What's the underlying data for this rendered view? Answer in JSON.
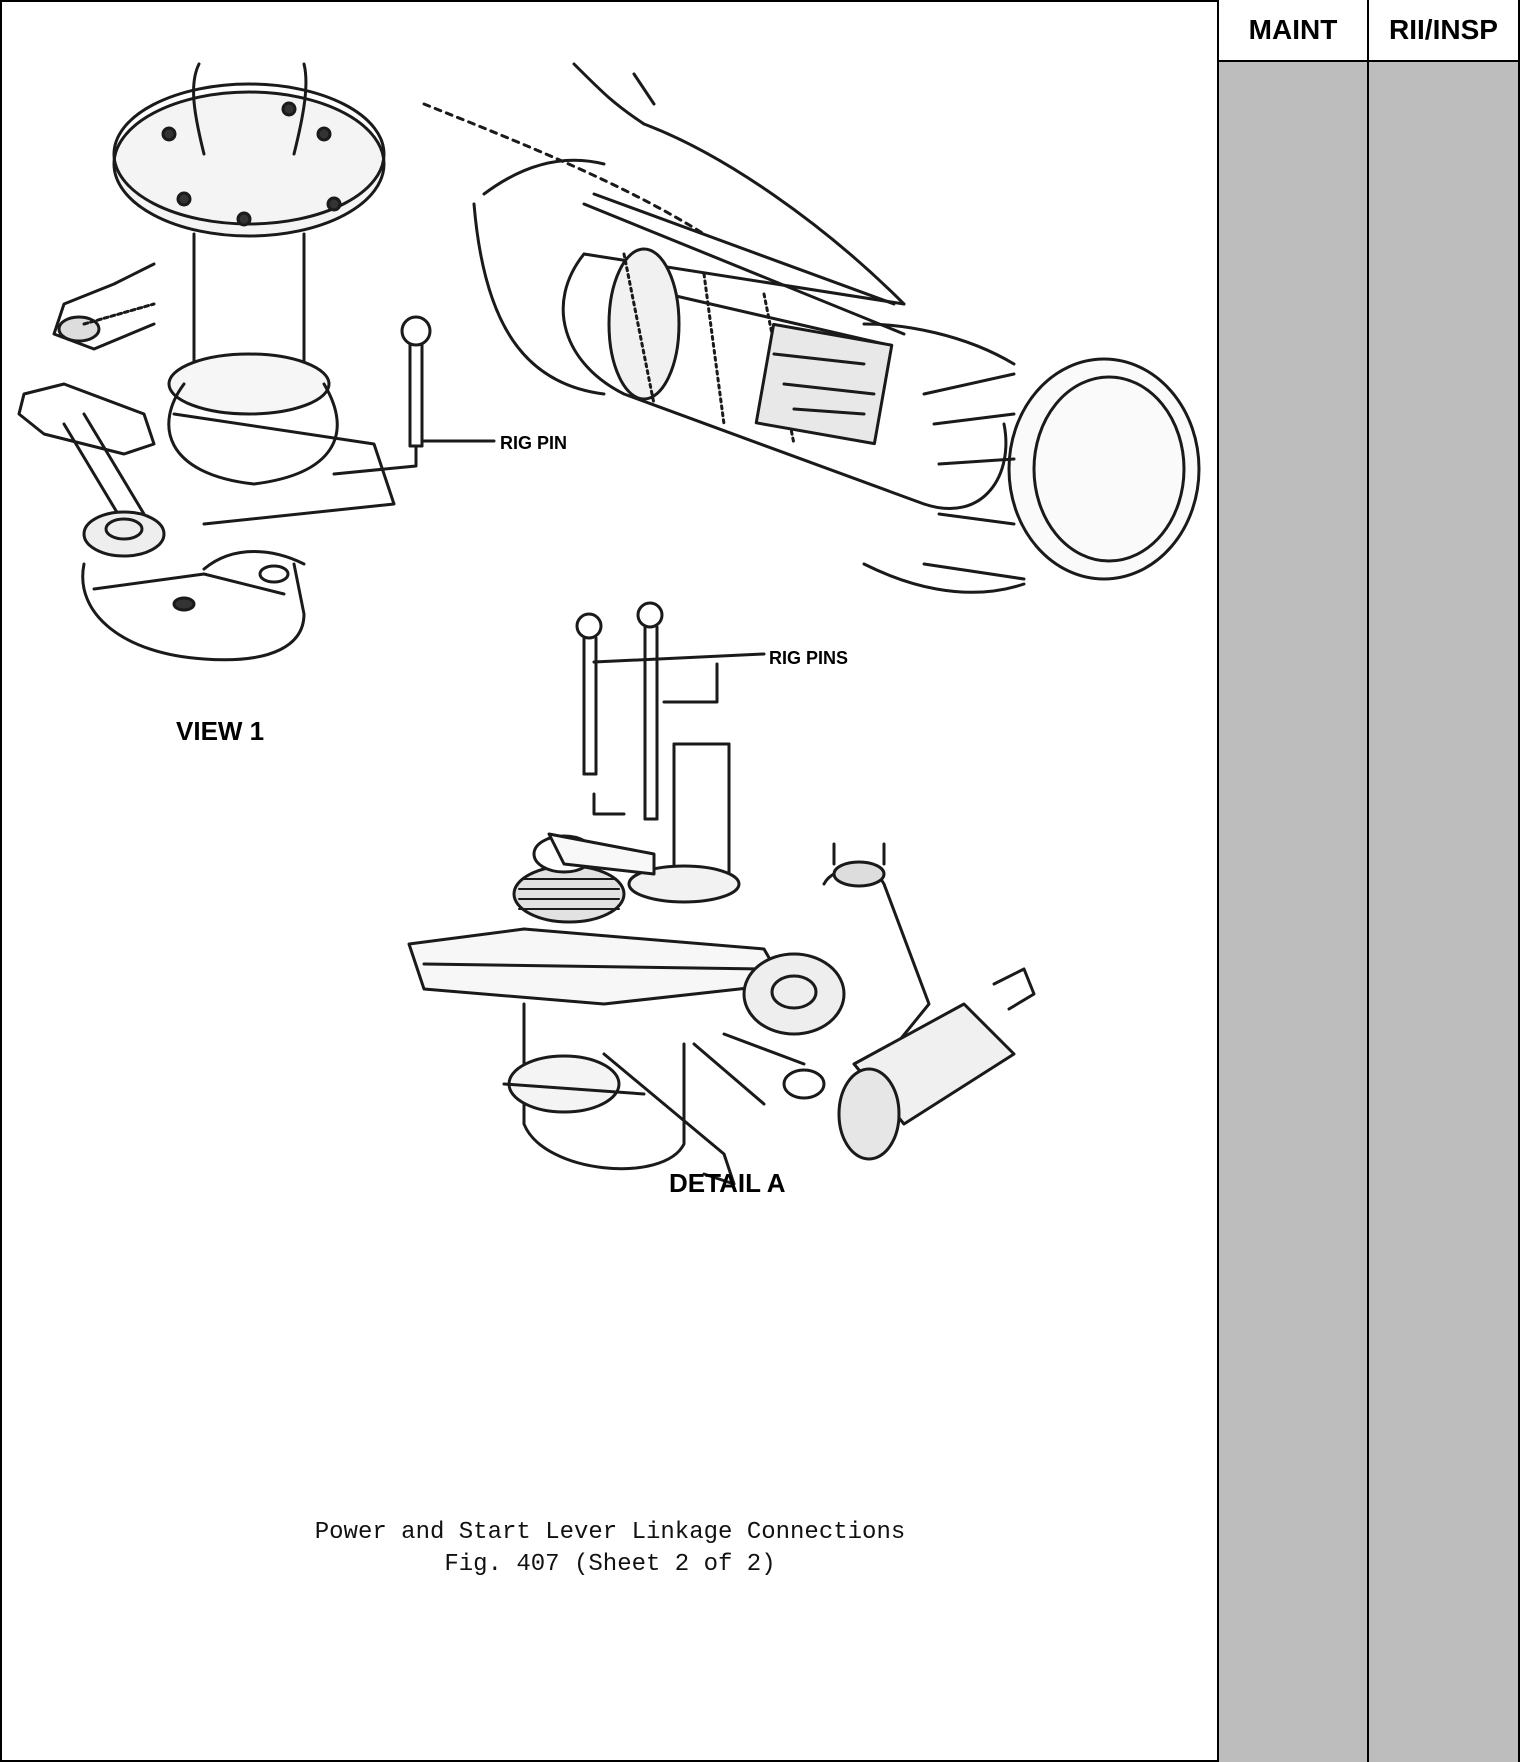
{
  "signoff_columns": {
    "maint_label": "MAINT",
    "rii_label": "RII/INSP",
    "fill_color": "#bdbdbd"
  },
  "figure": {
    "labels": {
      "rig_pin": "RIG PIN",
      "rig_pins": "RIG PINS",
      "view_1": "VIEW 1",
      "detail_a": "DETAIL A"
    }
  },
  "caption": {
    "title": "Power and Start Lever Linkage Connections",
    "figure_ref": "Fig. 407 (Sheet 2 of 2)"
  }
}
